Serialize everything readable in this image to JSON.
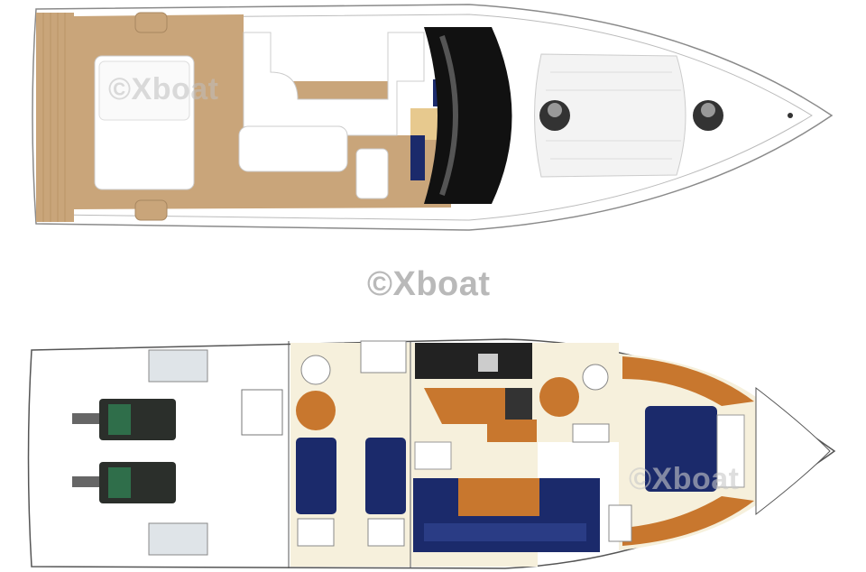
{
  "watermarks": {
    "top": "©Xboat",
    "middle": "©Xboat",
    "bottom": "©Xboat"
  },
  "colors": {
    "teak": "#c9a57a",
    "navy": "#1b2a6b",
    "wood": "#c8772e",
    "cream": "#f6f0dc",
    "hull_line": "#8a8a8a"
  }
}
